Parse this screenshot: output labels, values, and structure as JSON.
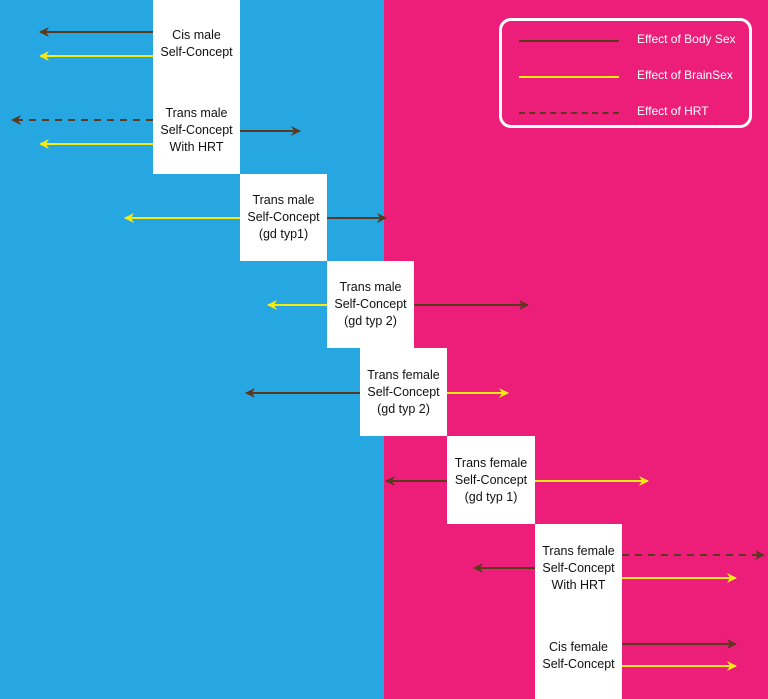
{
  "colors": {
    "male_side": "#26a7e1",
    "female_side": "#ec1e79",
    "body_sex": "#5a3a1e",
    "brain_sex": "#f5ea12",
    "box": "#ffffff"
  },
  "legend": {
    "items": [
      {
        "label": "Effect of Body Sex",
        "style": "solid",
        "color": "#5a3a1e"
      },
      {
        "label": "Effect of BrainSex",
        "style": "solid",
        "color": "#f5ea12"
      },
      {
        "label": "Effect of HRT",
        "style": "dashed",
        "color": "#5a3a1e"
      }
    ]
  },
  "concepts": [
    {
      "label": "Cis male\nSelf-Concept"
    },
    {
      "label": "Trans male\nSelf-Concept\nWith HRT"
    },
    {
      "label": "Trans male\nSelf-Concept\n(gd typ1)"
    },
    {
      "label": "Trans male\nSelf-Concept\n(gd typ 2)"
    },
    {
      "label": "Trans female\nSelf-Concept\n(gd typ 2)"
    },
    {
      "label": "Trans female\nSelf-Concept\n(gd typ 1)"
    },
    {
      "label": "Trans female\nSelf-Concept\nWith HRT"
    },
    {
      "label": "Cis female\nSelf-Concept"
    }
  ]
}
